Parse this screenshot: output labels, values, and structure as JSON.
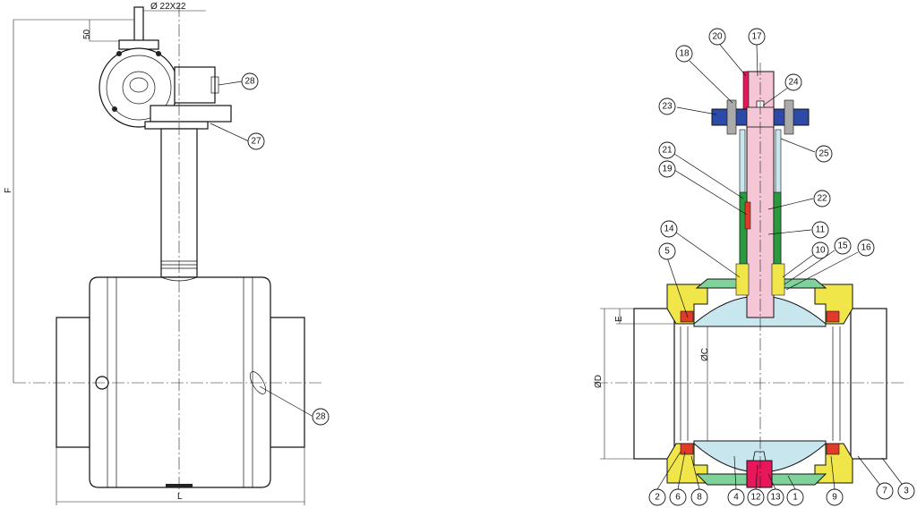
{
  "left_view": {
    "dims": {
      "stem": "Ø 22X22",
      "top": "50",
      "height": "F",
      "length": "L"
    },
    "balloons": [
      "28",
      "27",
      "28"
    ]
  },
  "right_view": {
    "dims": {
      "bore": "ØC",
      "outer": "ØD",
      "e": "E"
    },
    "balloons": [
      "17",
      "20",
      "18",
      "24",
      "23",
      "25",
      "21",
      "19",
      "22",
      "11",
      "14",
      "5",
      "10",
      "15",
      "16",
      "2",
      "6",
      "8",
      "4",
      "12",
      "13",
      "1",
      "9",
      "7",
      "3"
    ]
  },
  "colors": {
    "stem": "#f5c6d6",
    "ball": "#c7e6ee",
    "seat_ring": "#f0e64a",
    "seal": "#e03a2a",
    "green_part": "#2a9a3e",
    "flange_blue": "#2d4aa6",
    "plug": "#e8165a",
    "body_green": "#7fd39a"
  }
}
